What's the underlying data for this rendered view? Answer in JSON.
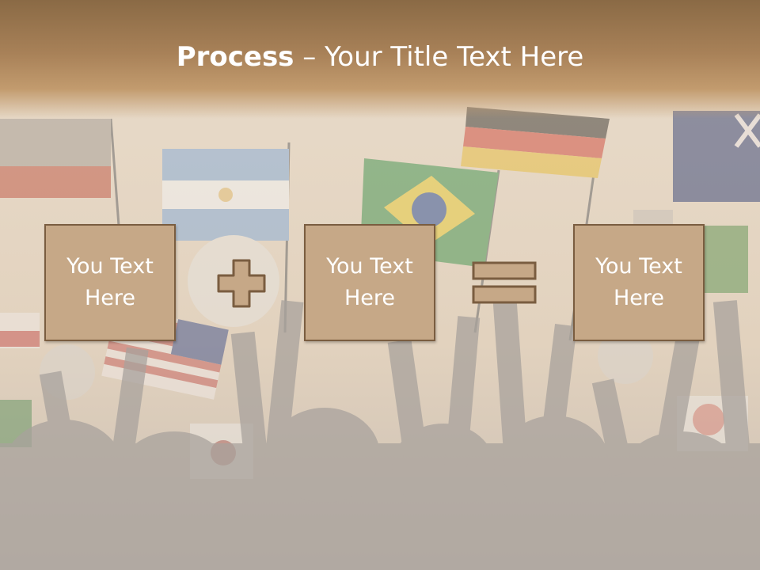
{
  "slide": {
    "title_bold": "Process",
    "title_rest": " – Your Title Text Here"
  },
  "process": {
    "step1": "You Text Here",
    "step2": "You Text Here",
    "result": "You Text Here",
    "operator1_icon": "plus-icon",
    "operator2_icon": "equals-icon"
  },
  "colors": {
    "box_fill": "#c6a887",
    "box_border": "#7a5d40",
    "header": "#a88158",
    "text": "#ffffff"
  }
}
